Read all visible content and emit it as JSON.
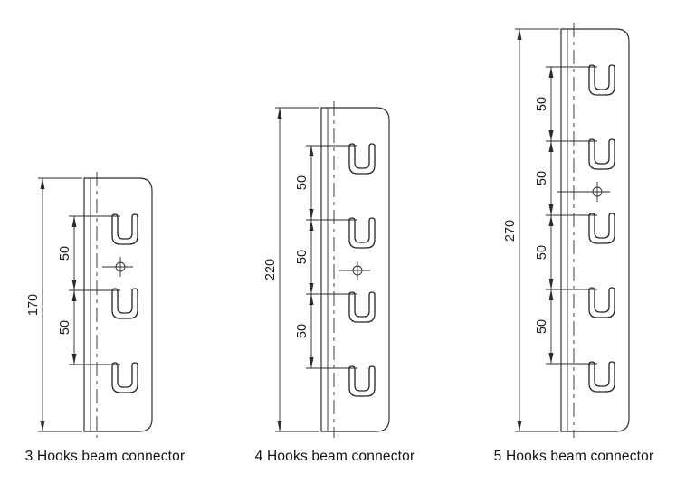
{
  "page": {
    "background_color": "#ffffff",
    "line_color": "#2b2b2b"
  },
  "connectors": [
    {
      "caption": "3 Hooks beam connector",
      "hook_count": 3,
      "overall_label": "170",
      "spacing_labels": [
        "50",
        "50"
      ]
    },
    {
      "caption": "4 Hooks beam connector",
      "hook_count": 4,
      "overall_label": "220",
      "spacing_labels": [
        "50",
        "50",
        "50"
      ]
    },
    {
      "caption": "5 Hooks beam connector",
      "hook_count": 5,
      "overall_label": "270",
      "spacing_labels": [
        "50",
        "50",
        "50",
        "50"
      ]
    }
  ]
}
